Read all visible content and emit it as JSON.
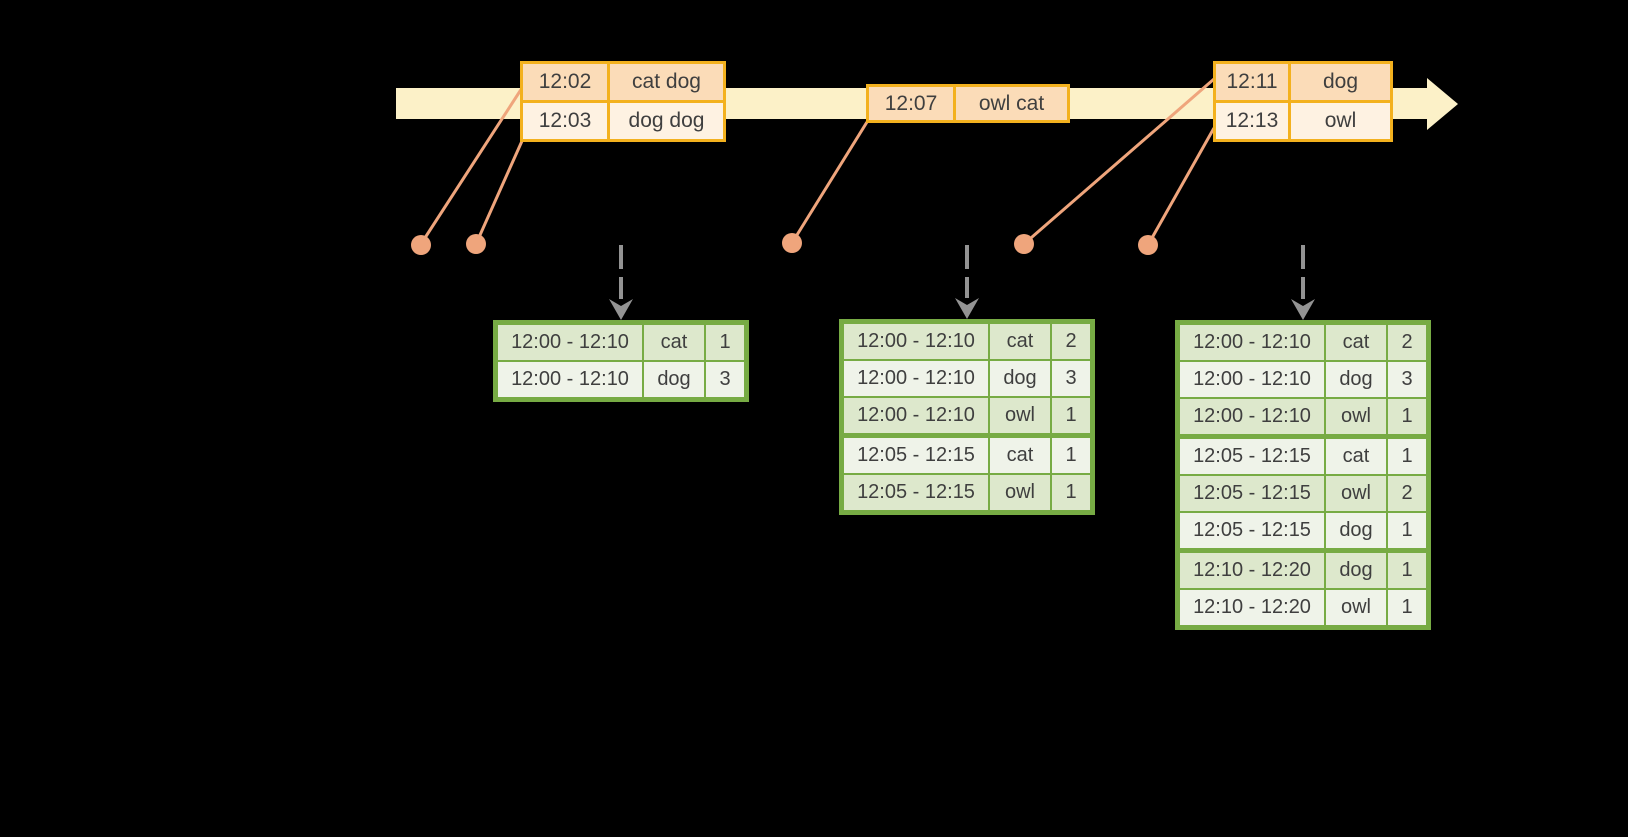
{
  "diagram": {
    "description_visible_elements": "event timeline with arriving word records, salmon event-time markers, and per-trigger windowed count result tables",
    "colors": {
      "background": "#000000",
      "timeline_band": "#FCF1C8",
      "event_table_border": "#F3B11E",
      "event_row_fill": "#FBDCB8",
      "event_row_fill_alt": "#FEF2E2",
      "marker_salmon": "#EFA57C",
      "trigger_arrow_gray": "#939393",
      "result_table_border": "#77AB44",
      "result_row_fill": "#DDE8CC",
      "result_row_fill_alt": "#EFF3E9",
      "cell_text": "#3F3F3F"
    }
  },
  "event_tables": [
    {
      "rows": [
        {
          "time": "12:02",
          "words": "cat dog"
        },
        {
          "time": "12:03",
          "words": "dog dog"
        }
      ]
    },
    {
      "rows": [
        {
          "time": "12:07",
          "words": "owl cat"
        }
      ]
    },
    {
      "rows": [
        {
          "time": "12:11",
          "words": "dog"
        },
        {
          "time": "12:13",
          "words": "owl"
        }
      ]
    }
  ],
  "result_tables": [
    {
      "rows": [
        {
          "window": "12:00 - 12:10",
          "word": "cat",
          "count": "1"
        },
        {
          "window": "12:00 - 12:10",
          "word": "dog",
          "count": "3"
        }
      ]
    },
    {
      "rows": [
        {
          "window": "12:00 - 12:10",
          "word": "cat",
          "count": "2"
        },
        {
          "window": "12:00 - 12:10",
          "word": "dog",
          "count": "3"
        },
        {
          "window": "12:00 - 12:10",
          "word": "owl",
          "count": "1"
        },
        {
          "window": "12:05 - 12:15",
          "word": "cat",
          "count": "1"
        },
        {
          "window": "12:05 - 12:15",
          "word": "owl",
          "count": "1"
        }
      ]
    },
    {
      "rows": [
        {
          "window": "12:00 - 12:10",
          "word": "cat",
          "count": "2"
        },
        {
          "window": "12:00 - 12:10",
          "word": "dog",
          "count": "3"
        },
        {
          "window": "12:00 - 12:10",
          "word": "owl",
          "count": "1"
        },
        {
          "window": "12:05 - 12:15",
          "word": "cat",
          "count": "1"
        },
        {
          "window": "12:05 - 12:15",
          "word": "owl",
          "count": "2"
        },
        {
          "window": "12:05 - 12:15",
          "word": "dog",
          "count": "1"
        },
        {
          "window": "12:10 - 12:20",
          "word": "dog",
          "count": "1"
        },
        {
          "window": "12:10 - 12:20",
          "word": "owl",
          "count": "1"
        }
      ]
    }
  ]
}
